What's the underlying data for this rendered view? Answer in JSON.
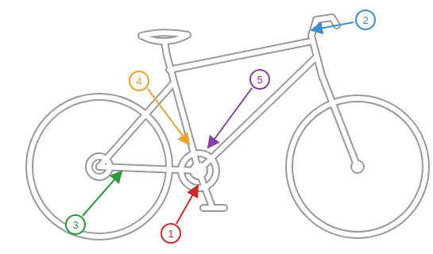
{
  "diagram": {
    "nodes": [
      {
        "text": [
          "2"
        ]
      },
      {
        "text": [
          "4"
        ]
      },
      {
        "text": [
          "5"
        ]
      },
      {
        "text": [
          "3"
        ]
      },
      {
        "text": [
          "1"
        ]
      }
    ]
  }
}
